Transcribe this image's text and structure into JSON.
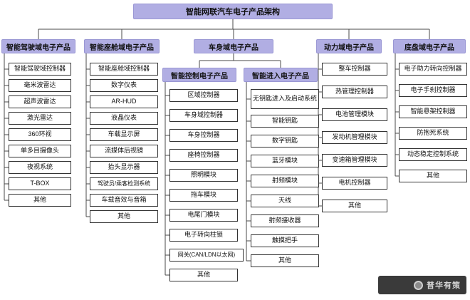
{
  "title": "智能网联汽车电子产品架构",
  "branches": [
    {
      "label": "智能驾驶域电子产品",
      "items": [
        "智能驾驶域控制器",
        "毫米波雷达",
        "超声波雷达",
        "激光雷达",
        "360环视",
        "单多目摄像头",
        "夜视系统",
        "T-BOX",
        "其他"
      ]
    },
    {
      "label": "智能座舱域电子产品",
      "items": [
        "智能座舱域控制器",
        "数字仪表",
        "AR-HUD",
        "液晶仪表",
        "车载显示屏",
        "流媒体后视镜",
        "抬头显示器",
        "驾驶员/乘客检测系统",
        "车载音效与音箱",
        "其他"
      ]
    },
    {
      "label": "车身域电子产品",
      "groups": [
        {
          "label": "智能控制电子产品",
          "items": [
            "区域控制器",
            "车身域控制器",
            "车身控制器",
            "座椅控制器",
            "照明模块",
            "拖车模块",
            "电尾门模块",
            "电子转向柱锁",
            "网关(CAN/LDN以太网)",
            "其他"
          ]
        },
        {
          "label": "智能进入电子产品",
          "items": [
            "无钥匙进入及启动系统",
            "智能钥匙",
            "数字钥匙",
            "蓝牙模块",
            "射频模块",
            "天线",
            "射频接收器",
            "触摸把手",
            "其他"
          ]
        }
      ]
    },
    {
      "label": "动力域电子产品",
      "items": [
        "整车控制器",
        "热管理控制器",
        "电池管理模块",
        "发动机管理模块",
        "变速箱管理模块",
        "电机控制器",
        "其他"
      ]
    },
    {
      "label": "底盘域电子产品",
      "items": [
        "电子助力转向控制器",
        "电子手刹控制器",
        "智能悬架控制器",
        "防抱死系统",
        "动态稳定控制系统",
        "其他"
      ]
    }
  ],
  "watermark": {
    "brand": "普华有策"
  },
  "colors": {
    "header_fill": "#b1aee3",
    "line": "#4a4a4a",
    "item_border": "#333333"
  }
}
